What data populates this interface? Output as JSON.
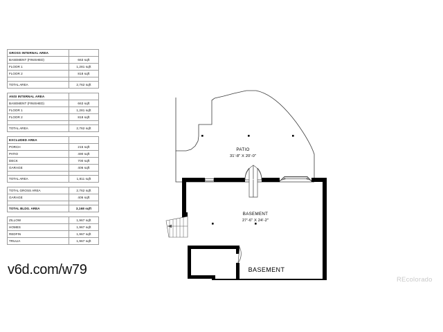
{
  "tables": [
    {
      "id": "gross-internal-area",
      "header": "GROSS INTERNAL AREA",
      "header_value": "",
      "rows": [
        {
          "label": "BASEMENT (FINISHED)",
          "value": "663 sqft"
        },
        {
          "label": "FLOOR 1",
          "value": "1,281 sqft"
        },
        {
          "label": "FLOOR 2",
          "value": "818 sqft"
        }
      ],
      "total_label": "TOTAL AREA",
      "total_value": "2,762 sqft"
    },
    {
      "id": "ansi-internal-area",
      "header": "ANSI INTERNAL AREA",
      "header_value": "",
      "rows": [
        {
          "label": "BASEMENT (FINISHED)",
          "value": "663 sqft"
        },
        {
          "label": "FLOOR 1",
          "value": "1,281 sqft"
        },
        {
          "label": "FLOOR 2",
          "value": "818 sqft"
        }
      ],
      "total_label": "TOTAL AREA",
      "total_value": "2,762 sqft"
    },
    {
      "id": "excluded-area",
      "header": "EXCLUDED AREA",
      "header_value": "",
      "rows": [
        {
          "label": "PORCH",
          "value": "215 sqft"
        },
        {
          "label": "PATIO",
          "value": "490 sqft"
        },
        {
          "label": "DECK",
          "value": "700 sqft"
        },
        {
          "label": "GARAGE",
          "value": "406 sqft"
        }
      ],
      "total_label": "TOTAL AREA",
      "total_value": "1,811 sqft"
    }
  ],
  "summary": {
    "rows": [
      {
        "label": "TOTAL GROSS AREA",
        "value": "2,762 sqft"
      },
      {
        "label": "GARAGE",
        "value": "406 sqft"
      }
    ],
    "total_label": "TOTAL BLDG. AREA",
    "total_value": "3,168 sqft"
  },
  "portals": {
    "rows": [
      {
        "label": "ZILLOW",
        "value": "1,967 sqft"
      },
      {
        "label": "HOMES",
        "value": "1,967 sqft"
      },
      {
        "label": "REDFIN",
        "value": "1,967 sqft"
      },
      {
        "label": "TRULIA",
        "value": "1,967 sqft"
      }
    ]
  },
  "watermarks": {
    "site": "v6d.com/w79",
    "provider": "REcolorado"
  },
  "plan": {
    "caption": "BASEMENT",
    "rooms": [
      {
        "name": "PATIO",
        "dims": "31'-8\" X 20'-0\""
      },
      {
        "name": "BASEMENT",
        "dims": "27'-6\" X 24'-2\""
      }
    ]
  }
}
